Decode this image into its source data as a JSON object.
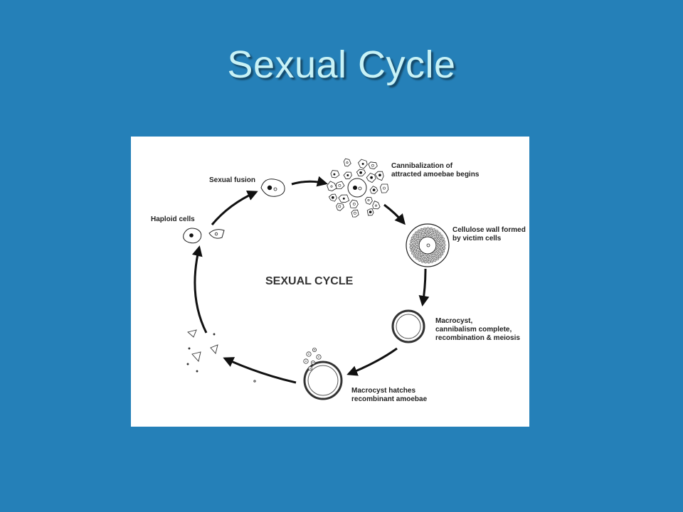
{
  "slide": {
    "title": "Sexual Cycle",
    "background_color": "#2580b8",
    "title_color": "#c8f2f6"
  },
  "diagram": {
    "center_title": "SEXUAL CYCLE",
    "stages": [
      {
        "id": "sexual-fusion",
        "lines": [
          "Sexual fusion"
        ]
      },
      {
        "id": "cannibalization",
        "lines": [
          "Cannibalization of",
          "attracted amoebae begins"
        ]
      },
      {
        "id": "cellulose-wall",
        "lines": [
          "Cellulose wall formed",
          "by victim cells"
        ]
      },
      {
        "id": "macrocyst",
        "lines": [
          "Macrocyst,",
          "cannibalism complete,",
          "recombination & meiosis"
        ]
      },
      {
        "id": "macrocyst-hatches",
        "lines": [
          "Macrocyst hatches",
          "recombinant amoebae"
        ]
      },
      {
        "id": "haploid-cells",
        "lines": [
          "Haploid cells"
        ]
      }
    ]
  }
}
